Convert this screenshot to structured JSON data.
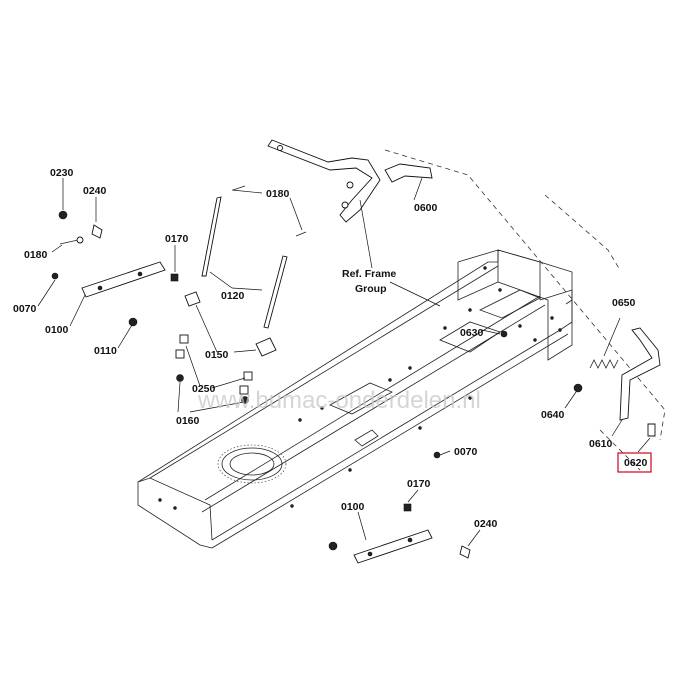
{
  "watermark": "www.bumac-onderdelen.nl",
  "labels": {
    "p0230": "0230",
    "p0240_top": "0240",
    "p0180_left": "0180",
    "p0170_top": "0170",
    "p0180_top": "0180",
    "p0070_left": "0070",
    "p0100_left": "0100",
    "p0110": "0110",
    "p0120": "0120",
    "p0150": "0150",
    "p0250": "0250",
    "p0160": "0160",
    "p0600": "0600",
    "ref_line1": "Ref. Frame",
    "ref_line2": "Group",
    "p0650": "0650",
    "p0630": "0630",
    "p0640": "0640",
    "p0610": "0610",
    "p0620": "0620",
    "p0070_mid": "0070",
    "p0170_bottom": "0170",
    "p0100_bottom": "0100",
    "p0240_bottom": "0240"
  },
  "highlight_color": "#d0021b"
}
